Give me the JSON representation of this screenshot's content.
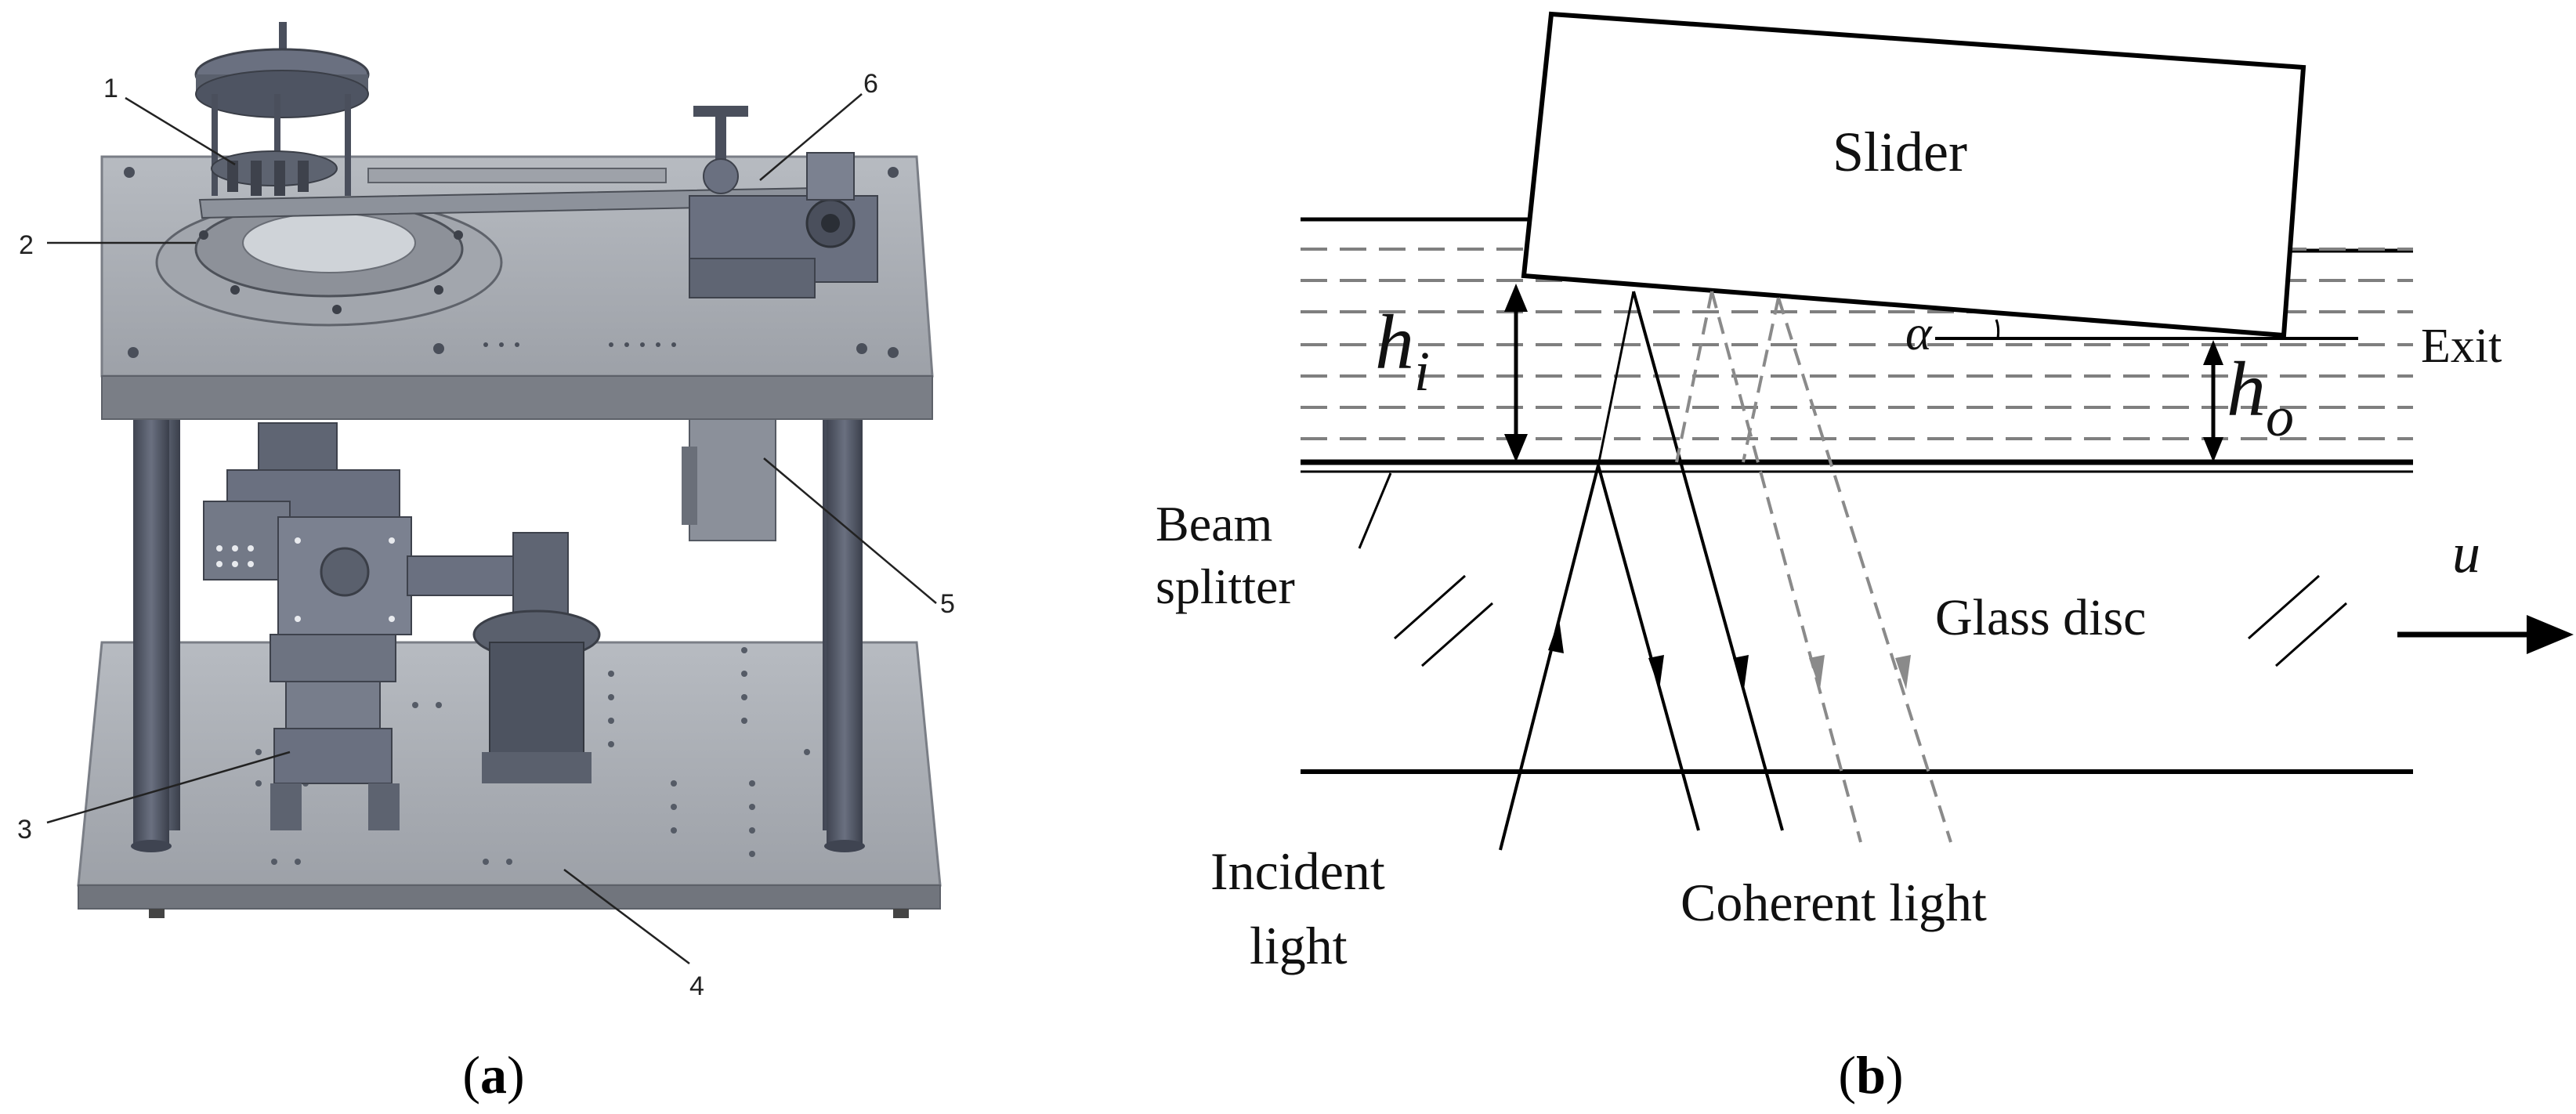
{
  "panel_a": {
    "caption_letter": "a",
    "callouts": [
      "1",
      "2",
      "3",
      "4",
      "5",
      "6"
    ]
  },
  "panel_b": {
    "caption_letter": "b",
    "slider": "Slider",
    "exit": "Exit",
    "inlet_gap": {
      "symbol": "h",
      "subscript": "i"
    },
    "outlet_gap": {
      "symbol": "h",
      "subscript": "o"
    },
    "angle": "α",
    "beam_splitter_line1": "Beam",
    "beam_splitter_line2": "splitter",
    "glass_disc": "Glass disc",
    "velocity": "u",
    "incident_line1": "Incident",
    "incident_line2": "light",
    "coherent": "Coherent light"
  },
  "colors": {
    "frame_dark": "#4a4f5c",
    "plate": "#a9adb3",
    "plate_edge": "#6e737c",
    "line": "#000000",
    "dashed": "#8a8a8a"
  }
}
